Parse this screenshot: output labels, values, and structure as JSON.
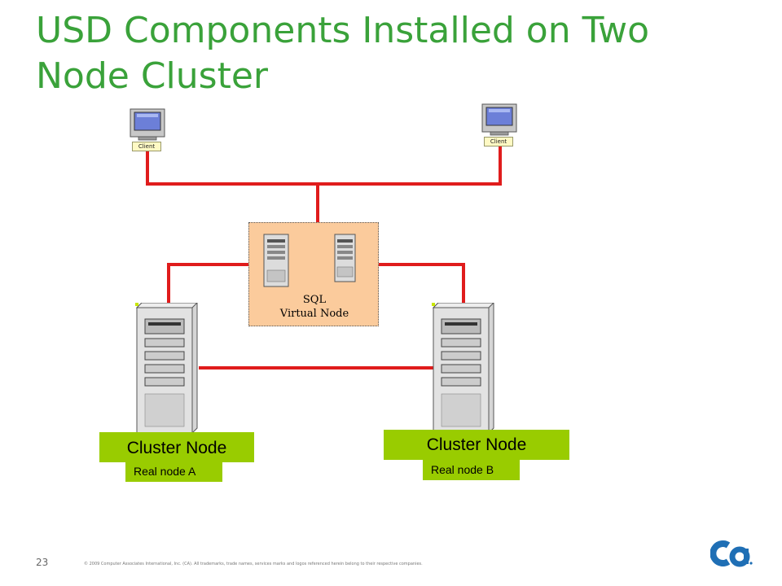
{
  "slide": {
    "title": "USD Components Installed on Two Node Cluster",
    "page_number": "23",
    "copyright": "© 2009 Computer Associates International, Inc. (CA). All trademarks, trade names, services marks and logos referenced herein belong to their respective companies."
  },
  "diagram": {
    "clients": [
      {
        "label": "Client"
      },
      {
        "label": "Client"
      }
    ],
    "virtual_node": {
      "line1": "SQL",
      "line2": "Virtual Node"
    },
    "cluster_nodes": [
      {
        "label": "Cluster Node",
        "sublabel": "Real node A"
      },
      {
        "label": "Cluster Node",
        "sublabel": "Real node B"
      }
    ]
  },
  "colors": {
    "title": "#3aa23a",
    "connection": "#e01c1c",
    "node_label_bg": "#99cc00",
    "virtual_node_bg": "#fbcb9c",
    "logo": "#1f6fb5"
  },
  "icons": [
    "client-workstation-icon",
    "server-tower-icon",
    "ca-logo"
  ]
}
